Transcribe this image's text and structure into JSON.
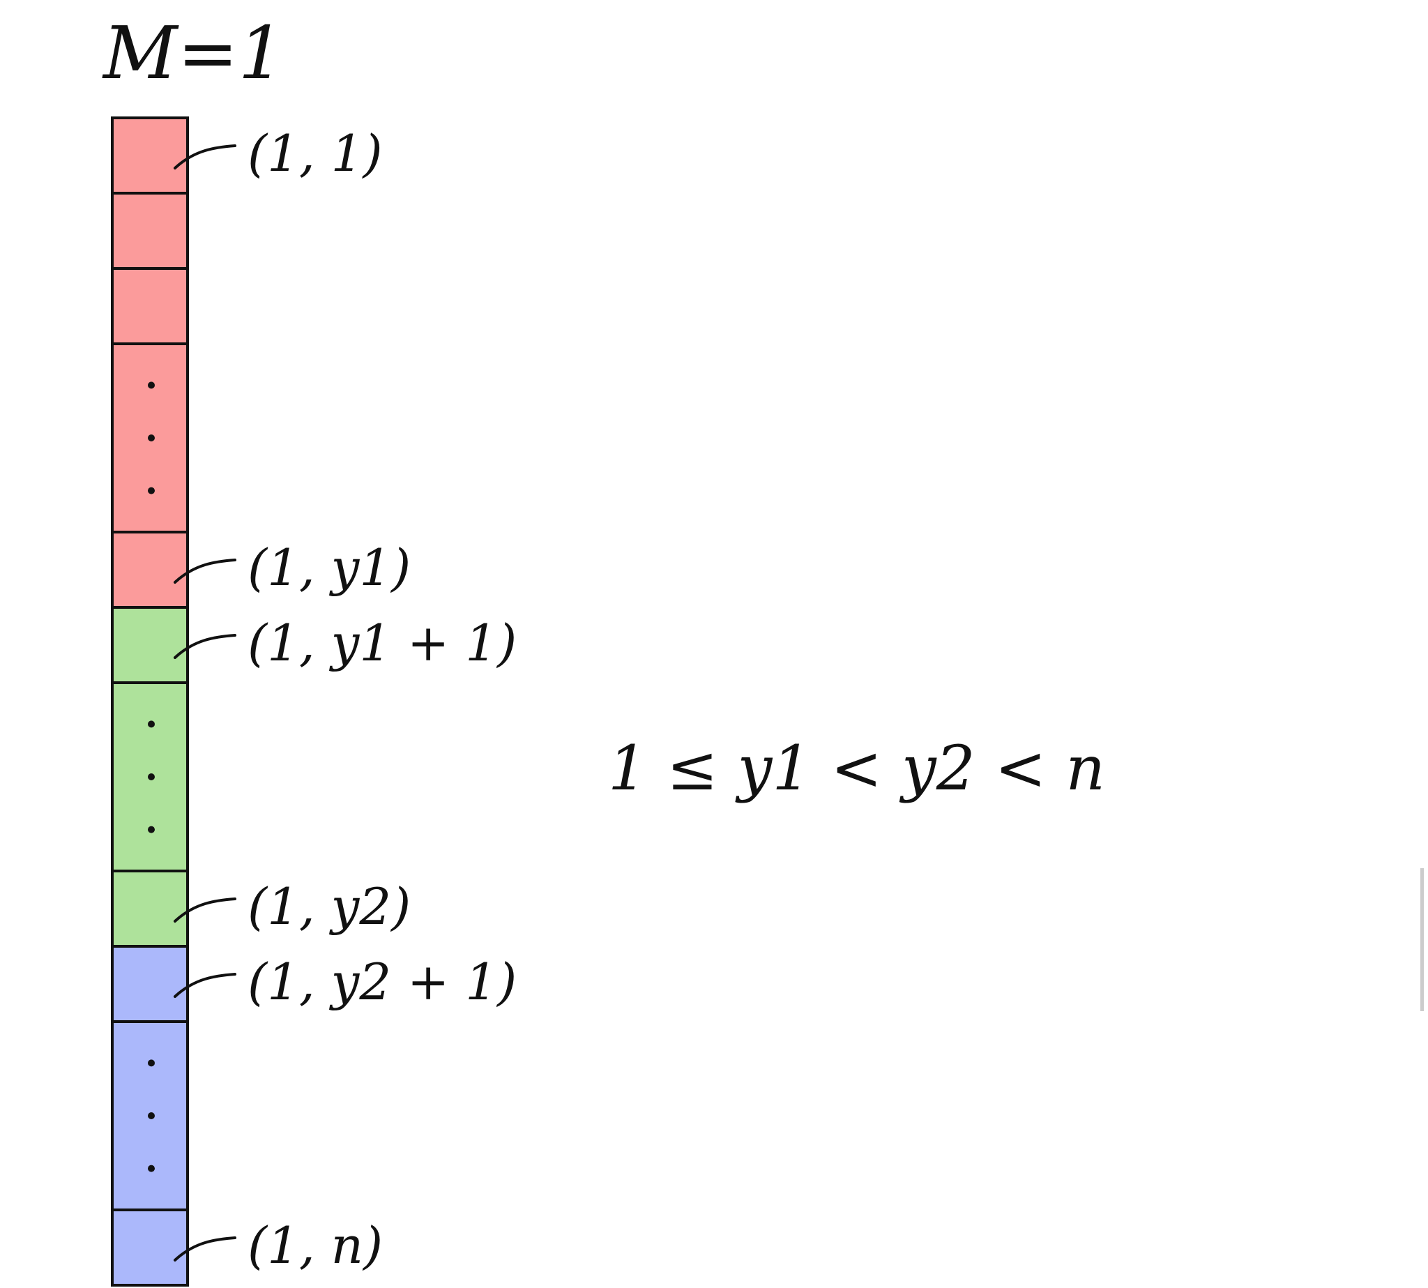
{
  "title": "M=1",
  "colors": {
    "red_block": "#fb9b9b",
    "green_block": "#aee29b",
    "blue_block": "#abb8fb",
    "ink": "#111111"
  },
  "blocks": [
    {
      "name": "red",
      "color": "#fb9b9b",
      "cells": [
        {
          "label": "(1, 1)"
        },
        {
          "label": ""
        },
        {
          "label": ""
        },
        {
          "label": "",
          "ellipsis": true
        },
        {
          "label": "(1, y1)"
        }
      ]
    },
    {
      "name": "green",
      "color": "#aee29b",
      "cells": [
        {
          "label": "(1, y1 + 1)"
        },
        {
          "label": "",
          "ellipsis": true
        },
        {
          "label": "(1, y2)"
        }
      ]
    },
    {
      "name": "blue",
      "color": "#abb8fb",
      "cells": [
        {
          "label": "(1, y2 + 1)"
        },
        {
          "label": "",
          "ellipsis": true
        },
        {
          "label": "(1, n)"
        }
      ]
    }
  ],
  "constraint": "1 ≤ y1 < y2 < n"
}
